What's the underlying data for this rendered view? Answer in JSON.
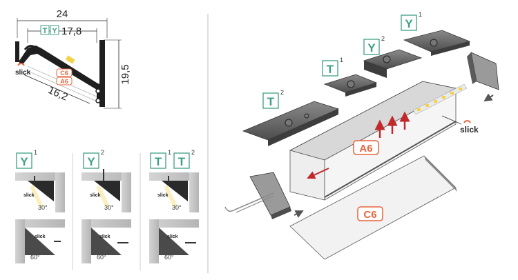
{
  "cross_section": {
    "width_total": "24",
    "width_inner": "17,8",
    "height": "19,5",
    "diag": "16,2",
    "badge_t": "T",
    "badge_y": "Y",
    "label_c": "C6",
    "label_a": "A6",
    "brand": "slick"
  },
  "mounting_cases": [
    {
      "badge": "Y",
      "sup": "1",
      "top_brand": "slick",
      "top_angle": "30°",
      "bottom_brand": "slick",
      "bottom_angle": "60°"
    },
    {
      "badge": "Y",
      "sup": "2",
      "top_brand": "slick",
      "top_angle": "30°",
      "bottom_brand": "slick",
      "bottom_angle": "60°"
    },
    {
      "badge": "T",
      "sup": "1",
      "badge2": "T",
      "sup2": "2",
      "top_brand": "slick",
      "top_angle": "30°",
      "bottom_brand": "slick",
      "bottom_angle": "60°"
    }
  ],
  "exploded": {
    "badges": [
      {
        "id": "y1",
        "text": "Y",
        "sup": "1"
      },
      {
        "id": "y2",
        "text": "Y",
        "sup": "2"
      },
      {
        "id": "t1",
        "text": "T",
        "sup": "1"
      },
      {
        "id": "t2",
        "text": "T",
        "sup": "2"
      }
    ],
    "profile_label": "A6",
    "cover_label": "C6",
    "brand": "slick"
  },
  "colors": {
    "badge_green": "#3e9f86",
    "accent_orange": "#e8643c",
    "arrow_red": "#c0282c",
    "metal_dark": "#5a5a5a",
    "wall_gray": "#c8c8c8"
  }
}
